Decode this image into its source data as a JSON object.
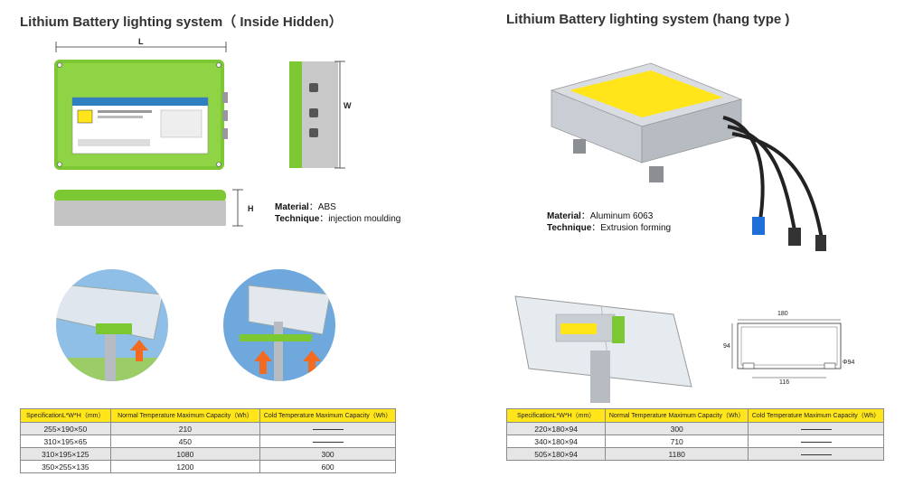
{
  "left": {
    "title": "Lithium Battery lighting system（ Inside Hidden）",
    "dim_l": "L",
    "dim_w": "W",
    "dim_h": "H",
    "material_label": "Material",
    "material_value": "ABS",
    "technique_label": "Technique",
    "technique_value": "injection moulding",
    "table": {
      "headers": [
        "SpecificationL*W*H（mm）",
        "Normal Temperature  Maximum Capacity（Wh）",
        "Cold Temperature  Maximum Capacity（Wh）"
      ],
      "rows": [
        [
          "255×190×50",
          "210",
          ""
        ],
        [
          "310×195×65",
          "450",
          ""
        ],
        [
          "310×195×125",
          "1080",
          "300"
        ],
        [
          "350×255×135",
          "1200",
          "600"
        ]
      ]
    }
  },
  "right": {
    "title": "Lithium Battery lighting system (hang type )",
    "material_label": "Material",
    "material_value": "Aluminum 6063",
    "technique_label": "Technique",
    "technique_value": "Extrusion forming",
    "profile_dim_top": "180",
    "profile_dim_side": "94",
    "profile_dim_bottom": "116",
    "profile_dim_round": "Φ94",
    "table": {
      "headers": [
        "SpecificationL*W*H（mm）",
        "Normal Temperature  Maximum Capacity（Wh）",
        "Cold Temperature  Maximum Capacity（Wh）"
      ],
      "rows": [
        [
          "220×180×94",
          "300",
          ""
        ],
        [
          "340×180×94",
          "710",
          ""
        ],
        [
          "505×180×94",
          "1180",
          ""
        ]
      ]
    }
  },
  "colors": {
    "battery_green": "#7cc832",
    "housing_grey": "#bdbdbd",
    "label_yellow": "#ffe51a",
    "arrow_orange": "#f26b21",
    "sky_blue": "#6fa8dc"
  }
}
